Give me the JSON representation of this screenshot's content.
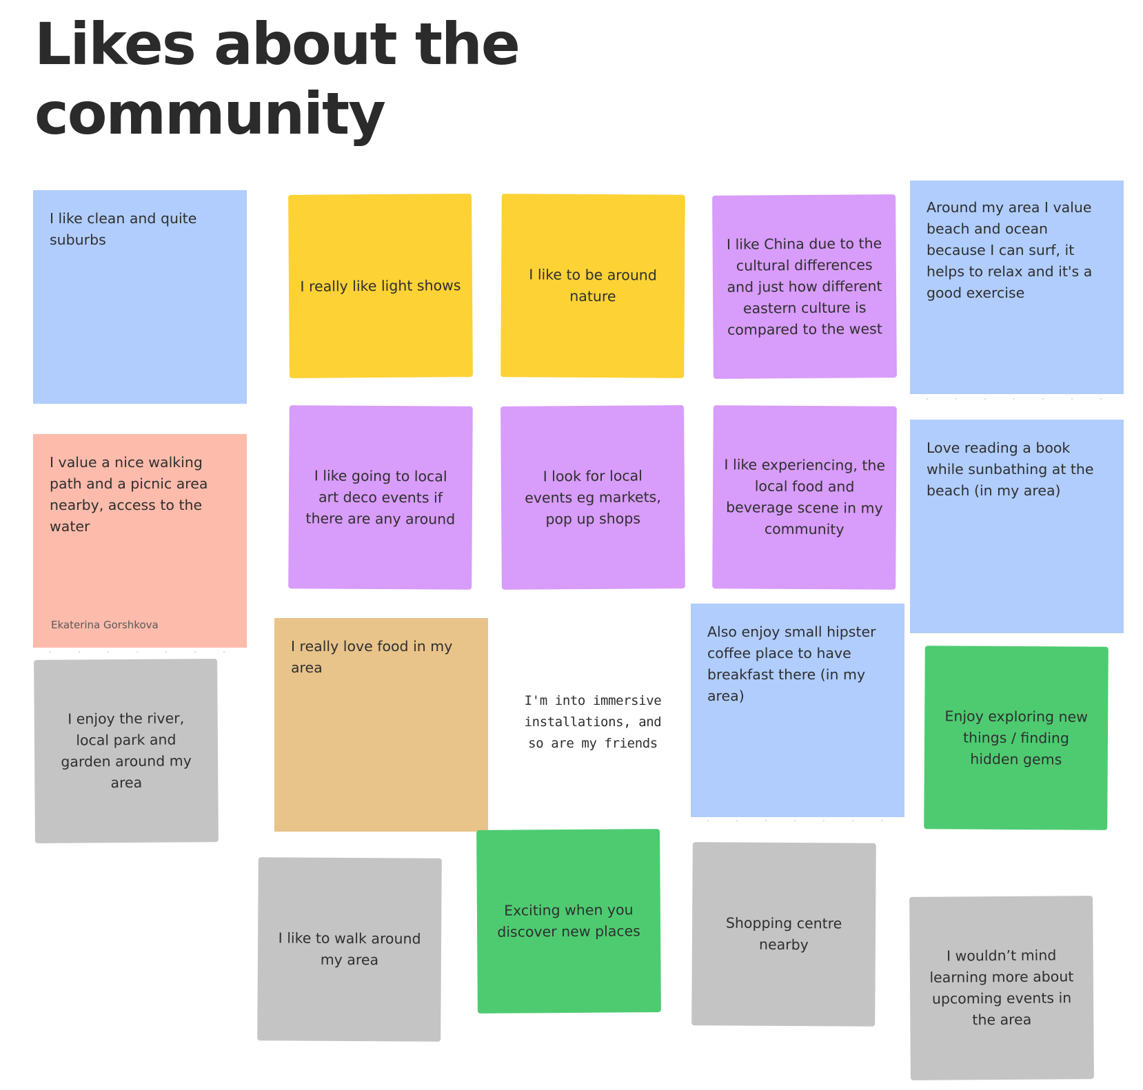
{
  "board": {
    "title": "Likes about the community"
  },
  "notes": {
    "clean_suburbs": "I like clean and quite suburbs",
    "light_shows": "I really like light shows",
    "around_nature": "I like to be around nature",
    "china_culture": "I like China due to the cultural differences and just how different eastern culture is compared to the west",
    "beach_ocean": "Around my area I value beach and ocean because I can surf, it helps to relax and it's a good exercise",
    "walking_path": "I value a nice walking path and a picnic area nearby, access to the water",
    "walking_path_author": "Ekaterina Gorshkova",
    "art_deco": "I like going to local art deco events if there are any around",
    "local_events": "I look for local events eg markets, pop up shops",
    "food_beverage": "I like experiencing, the local food and beverage scene in my community",
    "reading_beach": "Love reading a book while sunbathing at the beach (in my area)",
    "river_park": "I enjoy the river, local park and garden around my area",
    "love_food": "I really love food in my area",
    "immersive": "I'm into immersive installations, and so are my friends",
    "hipster_coffee": "Also enjoy small hipster coffee place to have breakfast there (in my area)",
    "exploring": "Enjoy exploring new things / finding hidden gems",
    "walk_around": "I like to walk around my area",
    "discover_places": "Exciting when you discover new places",
    "shopping_centre": "Shopping centre nearby",
    "upcoming_events": "I wouldn’t mind learning more about upcoming events in the area"
  },
  "colors": {
    "blue": "#b0cdfd",
    "yellow": "#fcd235",
    "purple": "#d89cfa",
    "peach": "#fdbbab",
    "gray": "#c4c4c4",
    "tan": "#e8c38a",
    "green": "#4ecb71"
  }
}
